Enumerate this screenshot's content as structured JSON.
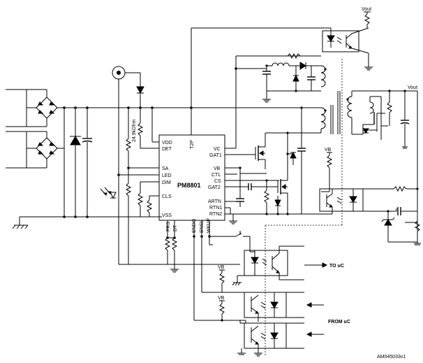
{
  "chip": {
    "name": "PM8801",
    "pins_left": [
      "VDD",
      "DET",
      "SA",
      "LED",
      "DIM",
      "CLS",
      "VSS"
    ],
    "pins_right": [
      "VC",
      "GAT1",
      "VB",
      "CTL",
      "CS",
      "GAT2",
      "ARTN",
      "RTN1",
      "RTN2"
    ],
    "pin_top": "T2P",
    "pins_bottom": [
      "FRS",
      "DT",
      "ENDO",
      "ENSL",
      "WKUP"
    ]
  },
  "labels": {
    "vout_top": "Vout",
    "vout_right": "Vout",
    "resistor_value": "24.9kOhm",
    "vb_1": "VB",
    "vb_2": "VB",
    "vb_3": "VB",
    "to_uc": "TO uC",
    "from_uc": "FROM uC",
    "doc_ref": "AM045033v1"
  }
}
